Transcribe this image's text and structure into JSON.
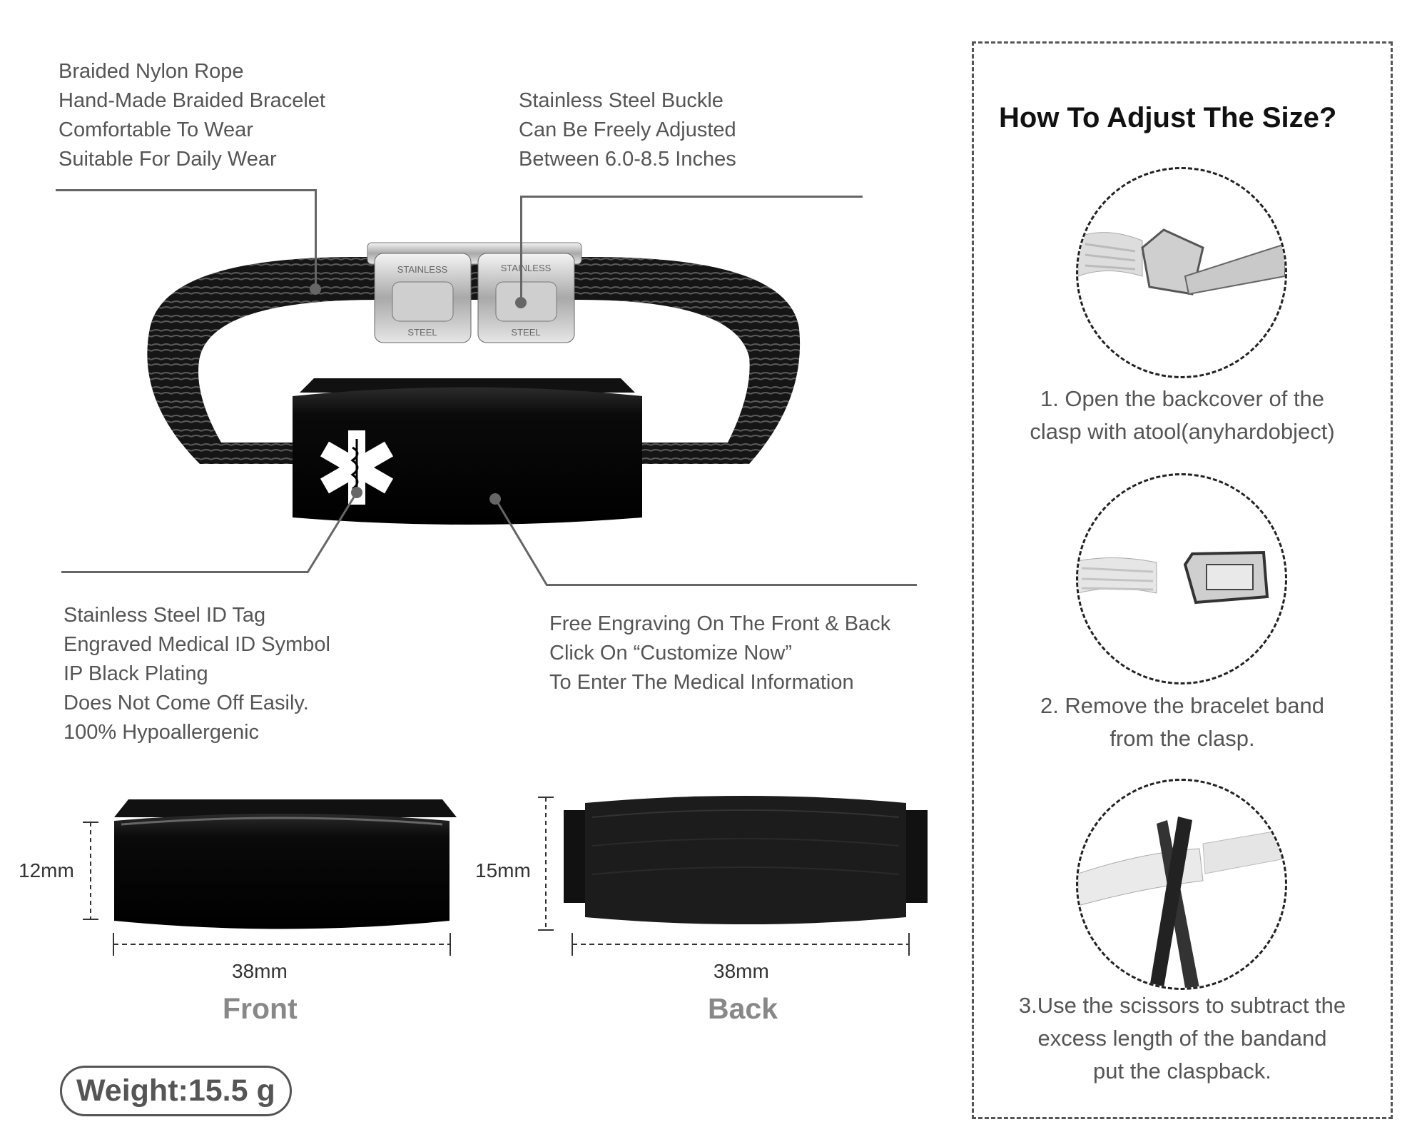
{
  "features": {
    "nylon_rope": [
      "Braided Nylon Rope",
      "Hand-Made Braided Bracelet",
      "Comfortable To Wear",
      "Suitable For Daily Wear"
    ],
    "buckle": [
      "Stainless Steel Buckle",
      "Can Be Freely Adjusted",
      "Between 6.0-8.5 Inches"
    ],
    "id_tag": [
      "Stainless Steel ID Tag",
      "Engraved Medical ID Symbol",
      "IP Black Plating",
      "Does Not Come Off Easily.",
      "100% Hypoallergenic"
    ],
    "engraving": [
      "Free Engraving On The Front & Back",
      "Click On “Customize Now”",
      "To Enter The Medical Information"
    ]
  },
  "clasp_text": {
    "top": "STAINLESS",
    "bottom": "STEEL"
  },
  "front": {
    "height": "12mm",
    "width": "38mm",
    "label": "Front"
  },
  "back": {
    "height": "15mm",
    "width": "38mm",
    "label": "Back"
  },
  "weight": "Weight:15.5 g",
  "panel": {
    "title": "How To Adjust The Size?",
    "steps": [
      {
        "text": [
          "1. Open the backcover of the",
          "clasp with atool(anyhardobject)"
        ],
        "icon": "clasp-open-icon"
      },
      {
        "text": [
          "2. Remove the bracelet band",
          "from the clasp."
        ],
        "icon": "band-removed-icon"
      },
      {
        "text": [
          "3.Use the scissors to subtract the",
          "excess length of the bandand",
          "put the claspback."
        ],
        "icon": "scissors-icon"
      }
    ]
  },
  "colors": {
    "text": "#555555",
    "leader": "#666666",
    "tag": "#111111",
    "label_gray": "#888888"
  }
}
